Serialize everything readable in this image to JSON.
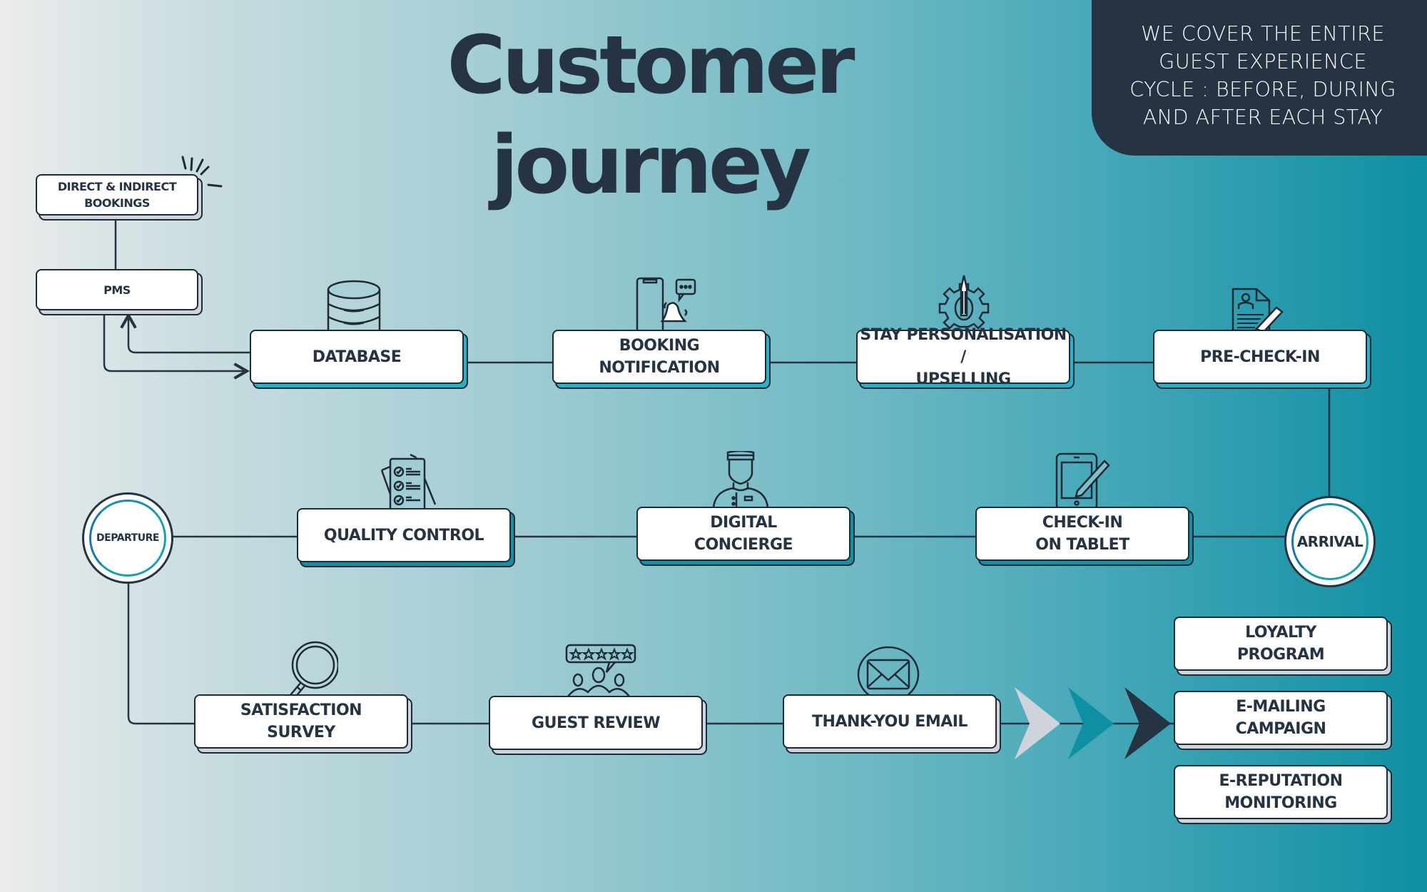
{
  "title": "Customer journey",
  "tagline": "WE COVER THE ENTIRE\nGUEST EXPERIENCE\nCYCLE : BEFORE, DURING\nAND AFTER EACH STAY",
  "colors": {
    "dark": "#263342",
    "teal_accent": "#2ab0c6",
    "chevron_1": "#cfd4dc",
    "chevron_2": "#0e8fa2",
    "chevron_3": "#263342"
  },
  "sources": {
    "bookings": "DIRECT & INDIRECT\nBOOKINGS",
    "pms": "PMS"
  },
  "row1": [
    {
      "label": "DATABASE",
      "icon": "database-icon"
    },
    {
      "label": "BOOKING\nNOTIFICATION",
      "icon": "phone-bell-notification-icon"
    },
    {
      "label": "STAY PERSONALISATION /\nUPSELLING",
      "icon": "gear-pencil-icon"
    },
    {
      "label": "PRE-CHECK-IN",
      "icon": "document-signature-icon"
    }
  ],
  "row2": [
    {
      "label": "QUALITY CONTROL",
      "icon": "checklist-icon"
    },
    {
      "label": "DIGITAL\nCONCIERGE",
      "icon": "concierge-person-icon"
    },
    {
      "label": "CHECK-IN\nON TABLET",
      "icon": "tablet-pen-icon"
    }
  ],
  "milestones": {
    "arrival": "ARRIVAL",
    "departure": "DEPARTURE"
  },
  "row3": [
    {
      "label": "SATISFACTION\nSURVEY",
      "icon": "magnifier-icon"
    },
    {
      "label": "GUEST REVIEW",
      "icon": "people-star-rating-icon"
    },
    {
      "label": "THANK-YOU EMAIL",
      "icon": "envelope-icon"
    }
  ],
  "outcomes": [
    {
      "label": "LOYALTY\nPROGRAM"
    },
    {
      "label": "E-MAILING\nCAMPAIGN"
    },
    {
      "label": "E-REPUTATION\nMONITORING"
    }
  ]
}
